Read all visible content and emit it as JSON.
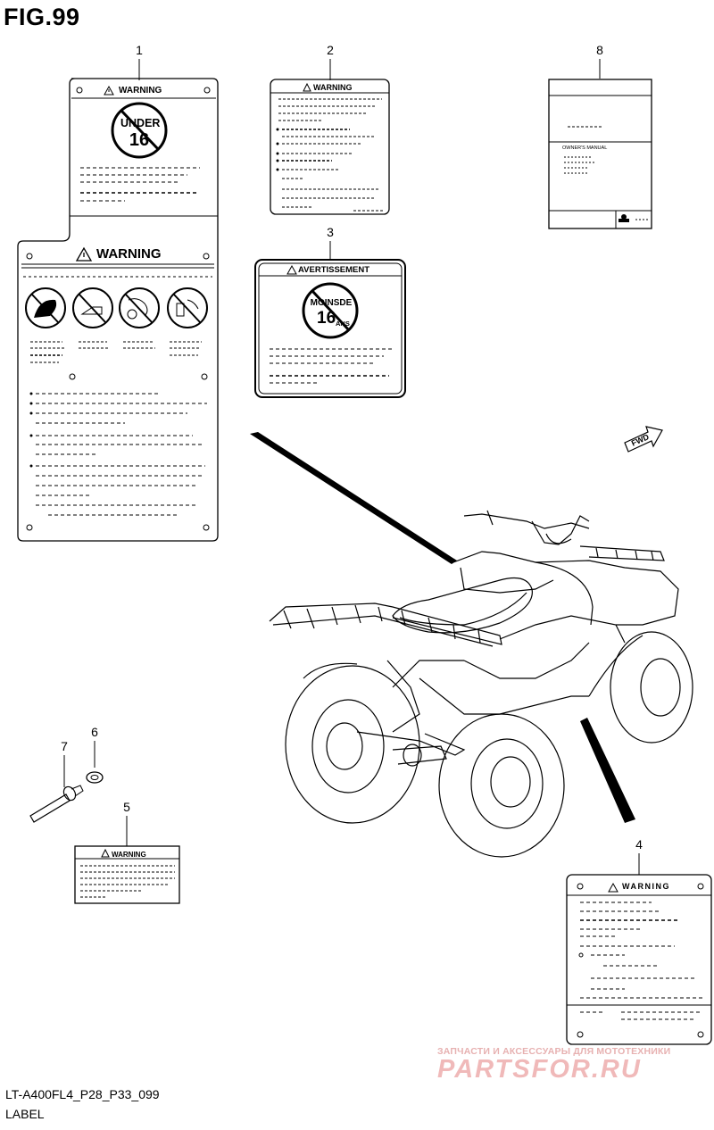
{
  "figure": {
    "title": "FIG.99",
    "code": "LT-A400FL4_P28_P33_099",
    "name": "LABEL"
  },
  "callouts": [
    "1",
    "2",
    "3",
    "4",
    "5",
    "6",
    "7",
    "8"
  ],
  "labels": {
    "label_1_top_warning": "WARNING",
    "label_1_under_top": "UNDER",
    "label_1_under_num": "16",
    "label_1_bottom_warning": "WARNING",
    "label_2_warning": "WARNING",
    "label_3_warning": "AVERTISSEMENT",
    "label_3_moins": "MOINSDE",
    "label_3_num": "16",
    "label_3_ans": "ANS",
    "label_4_warning": "WARNING",
    "label_5_warning": "WARNING",
    "label_8_manual": "OWNER'S MANUAL",
    "fwd": "FWD"
  },
  "watermark": {
    "line1": "ЗАПЧАСТИ И АКСЕССУАРЫ ДЛЯ МОТОТЕХНИКИ",
    "logo": "PARTSFOR.RU"
  }
}
